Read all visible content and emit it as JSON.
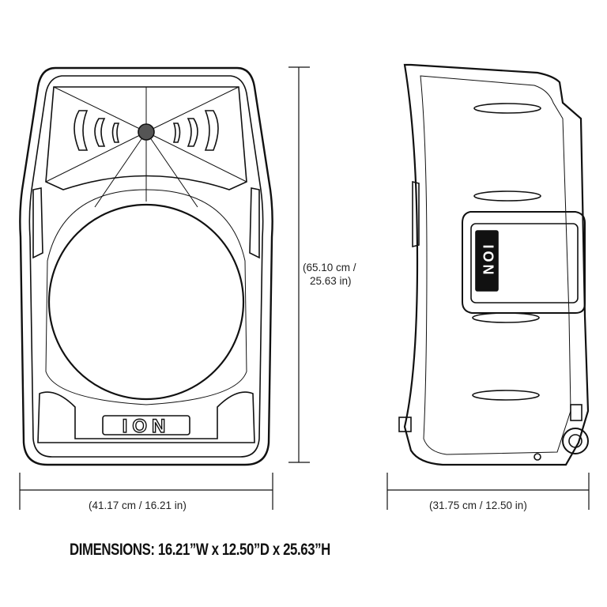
{
  "front_view": {
    "logo_text": "ION"
  },
  "side_view": {
    "logo_text": "ION"
  },
  "dimensions": {
    "width_label": "(41.17 cm / 16.21 in)",
    "depth_label": "(31.75 cm / 12.50 in)",
    "height_label_line1": "(65.10 cm /",
    "height_label_line2": "25.63 in)"
  },
  "summary": "DIMENSIONS: 16.21”W x 12.50”D x 25.63”H",
  "colors": {
    "line": "#111111",
    "background": "#ffffff"
  }
}
